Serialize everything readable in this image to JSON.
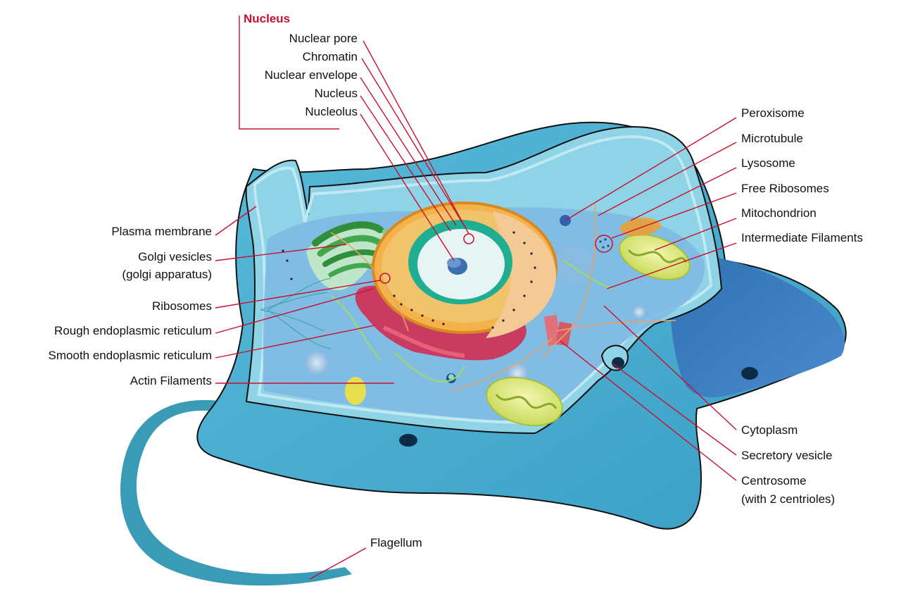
{
  "colors": {
    "leader": "#c8102e",
    "title": "#c8102e",
    "cytoplasm_light": "#8fd3e6",
    "cytoplasm_inner": "#7fb7e3",
    "cell_body": "#4fb2d2",
    "cell_dark": "#3579b8",
    "membrane_outline": "#111111"
  },
  "nucleus_group": {
    "title": "Nucleus",
    "items": [
      "Nuclear pore",
      "Chromatin",
      "Nuclear envelope",
      "Nucleus",
      "Nucleolus"
    ]
  },
  "left_labels": {
    "plasma_membrane": "Plasma membrane",
    "golgi_vesicles": "Golgi vesicles",
    "golgi_apparatus": "(golgi apparatus)",
    "ribosomes": "Ribosomes",
    "rough_er": "Rough endoplasmic reticulum",
    "smooth_er": "Smooth endoplasmic reticulum",
    "actin": "Actin Filaments"
  },
  "right_labels": {
    "peroxisome": "Peroxisome",
    "microtubule": "Microtubule",
    "lysosome": "Lysosome",
    "free_ribosomes": "Free Ribosomes",
    "mitochondrion": "Mitochondrion",
    "intermediate": "Intermediate Filaments",
    "cytoplasm": "Cytoplasm",
    "secretory": "Secretory vesicle",
    "centrosome": "Centrosome",
    "centrioles": "(with 2 centrioles)"
  },
  "bottom_labels": {
    "flagellum": "Flagellum"
  }
}
